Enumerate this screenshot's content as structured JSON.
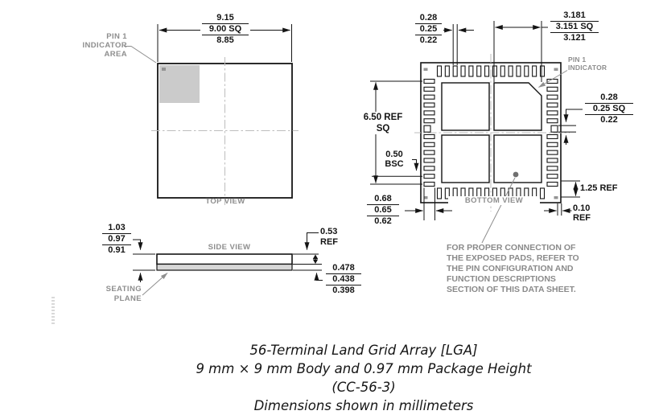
{
  "colors": {
    "line": "#141414",
    "label_gray": "#8e8e8e",
    "note_gray": "#8a8a8a",
    "pin1_fill": "#cbcbcb",
    "side_layer_fill": "#d7d7d7",
    "centerline": "#bdbdbd"
  },
  "top_view": {
    "view_label": "TOP VIEW",
    "pin1_area_label": [
      "PIN 1",
      "INDICATOR",
      "AREA"
    ],
    "body_size": [
      "9.15",
      "9.00 SQ",
      "8.85"
    ]
  },
  "bottom_view": {
    "view_label": "BOTTOM VIEW",
    "pin1_label": [
      "PIN 1",
      "INDICATOR"
    ],
    "terminal_width": [
      "0.28",
      "0.25",
      "0.22"
    ],
    "exposed_pad_size": [
      "3.181",
      "3.151 SQ",
      "3.121"
    ],
    "array_ref": [
      "6.50 REF",
      "SQ"
    ],
    "pitch": [
      "0.50",
      "BSC"
    ],
    "terminal_length": [
      "0.68",
      "0.65",
      "0.62"
    ],
    "corner_terminal": [
      "0.28",
      "0.25 SQ",
      "0.22"
    ],
    "epad_corner_ref": "1.25 REF",
    "edge_clearance": [
      "0.10",
      "REF"
    ],
    "terminals_per_side": 14
  },
  "side_view": {
    "view_label": "SIDE VIEW",
    "overall_height": [
      "1.03",
      "0.97",
      "0.91"
    ],
    "seating_plane_label": [
      "SEATING",
      "PLANE"
    ],
    "body_thickness_ref": [
      "0.53",
      "REF"
    ],
    "terminal_thickness": [
      "0.478",
      "0.438",
      "0.398"
    ]
  },
  "note": [
    "FOR PROPER CONNECTION OF",
    "THE EXPOSED PADS, REFER TO",
    "THE PIN CONFIGURATION AND",
    "FUNCTION DESCRIPTIONS",
    "SECTION OF THIS DATA SHEET."
  ],
  "caption": [
    "56-Terminal Land Grid Array [LGA]",
    "9 mm × 9 mm Body and 0.97 mm Package Height",
    "(CC-56-3)",
    "Dimensions shown in millimeters"
  ]
}
